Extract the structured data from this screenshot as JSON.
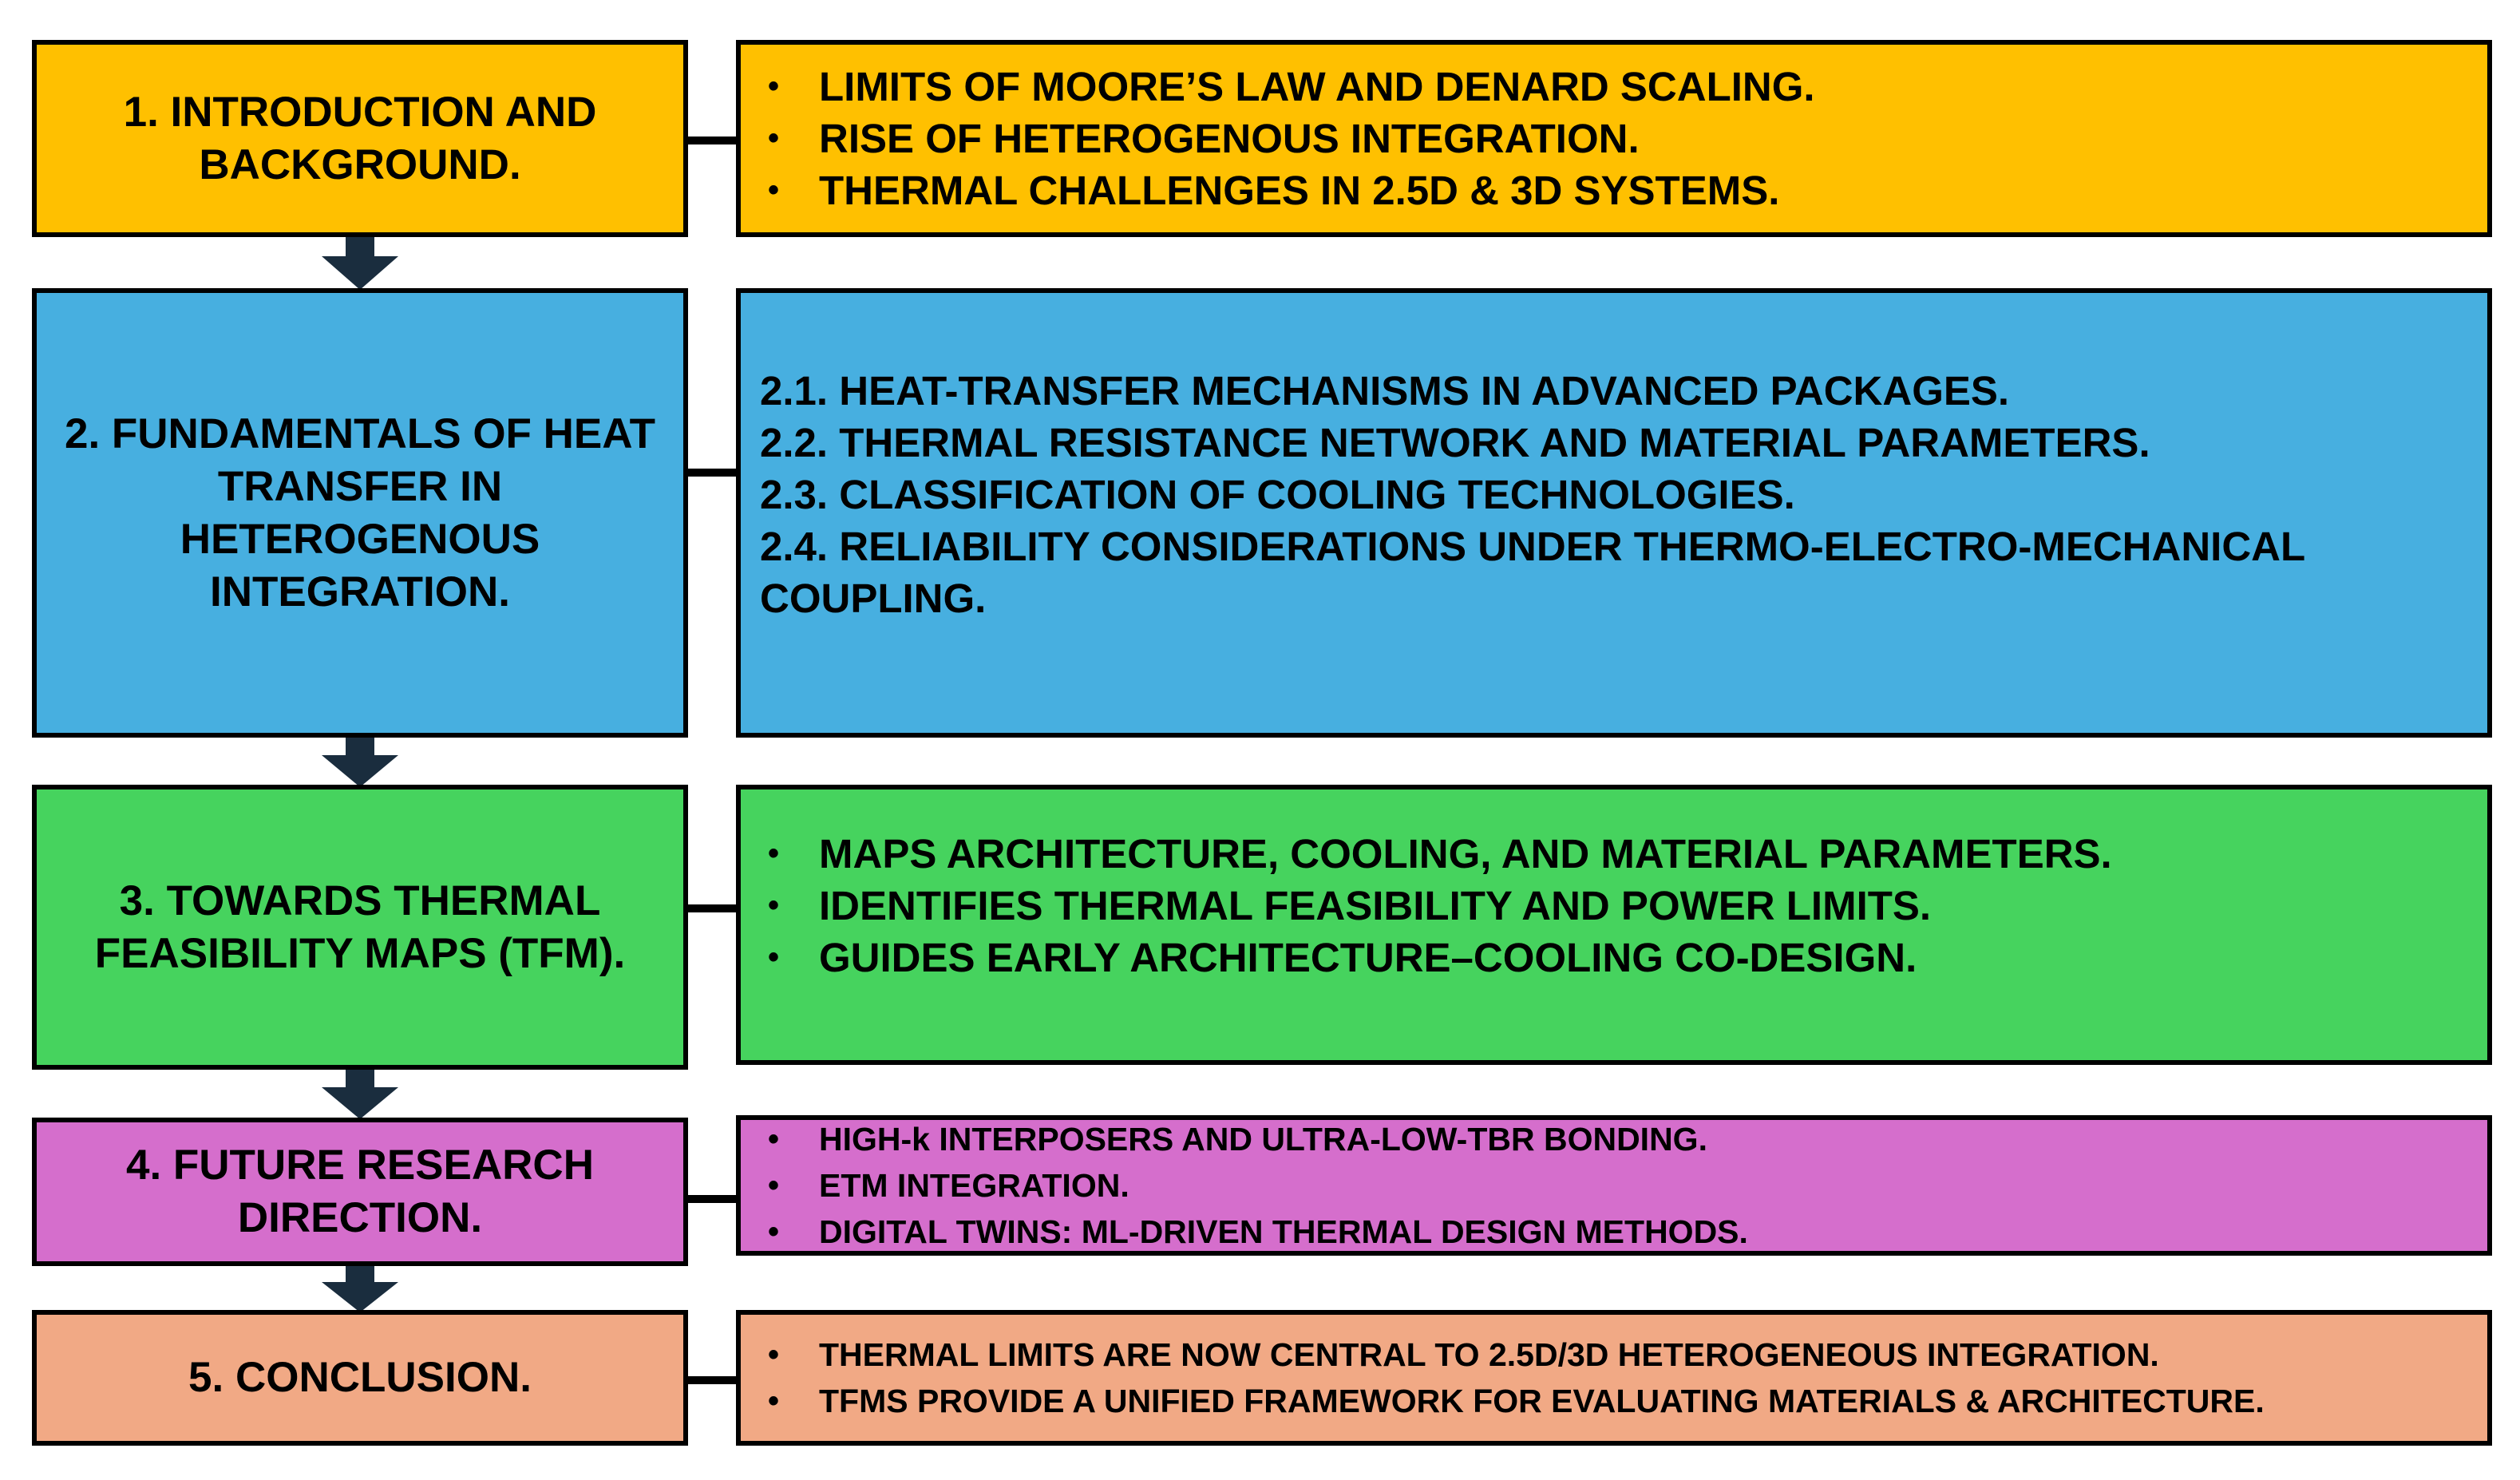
{
  "colors": {
    "section1": "#FFC000",
    "section2": "#47AFE0",
    "section3": "#46D35E",
    "section4": "#D56ECC",
    "section5": "#F1A985",
    "arrow": "#1A2D3E",
    "border": "#000000"
  },
  "bullet_symbol": "•",
  "sections": [
    {
      "title": "1. INTRODUCTION AND BACKGROUND.",
      "items": [
        "LIMITS OF MOORE’S LAW AND DENARD SCALING.",
        "RISE OF HETEROGENOUS INTEGRATION.",
        "THERMAL CHALLENGES IN 2.5D & 3D SYSTEMS."
      ]
    },
    {
      "title": "2. FUNDAMENTALS OF HEAT TRANSFER IN HETEROGENOUS INTEGRATION.",
      "items": [
        "2.1. HEAT-TRANSFER MECHANISMS IN ADVANCED PACKAGES.",
        "2.2. THERMAL RESISTANCE NETWORK AND MATERIAL PARAMETERS.",
        "2.3. CLASSIFICATION OF COOLING TECHNOLOGIES.",
        "2.4. RELIABILITY CONSIDERATIONS UNDER THERMO-ELECTRO-MECHANICAL COUPLING."
      ]
    },
    {
      "title": "3. TOWARDS THERMAL FEASIBILITY MAPS (TFM).",
      "items": [
        "MAPS ARCHITECTURE, COOLING, AND MATERIAL PARAMETERS.",
        "IDENTIFIES THERMAL FEASIBILITY AND POWER LIMITS.",
        "GUIDES EARLY ARCHITECTURE–COOLING CO-DESIGN."
      ]
    },
    {
      "title": "4. FUTURE RESEARCH DIRECTION.",
      "items": [
        "HIGH-k INTERPOSERS AND ULTRA-LOW-TBR BONDING.",
        "ETM INTEGRATION.",
        "DIGITAL TWINS: ML-DRIVEN THERMAL DESIGN METHODS."
      ]
    },
    {
      "title": "5. CONCLUSION.",
      "items": [
        "THERMAL LIMITS ARE NOW CENTRAL TO 2.5D/3D HETEROGENEOUS INTEGRATION.",
        "TFMS PROVIDE A UNIFIED FRAMEWORK FOR EVALUATING MATERIALS & ARCHITECTURE."
      ]
    }
  ]
}
